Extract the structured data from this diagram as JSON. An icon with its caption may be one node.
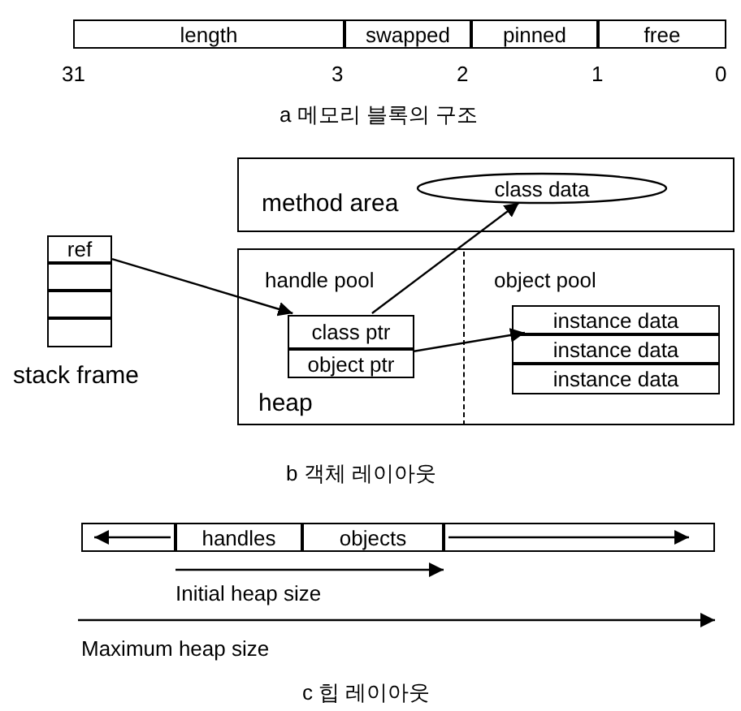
{
  "diagram": {
    "nodes": [
      {
        "text": [
          "length"
        ]
      },
      {
        "text": [
          "swapped"
        ]
      },
      {
        "text": [
          "pinned"
        ]
      },
      {
        "text": [
          "free"
        ]
      },
      {
        "text": [
          "method area"
        ]
      },
      {
        "text": [
          "class data"
        ],
        "in": 4
      },
      {
        "text": [
          "stack frame"
        ]
      },
      {
        "text": [
          "ref"
        ],
        "in": 6
      },
      {
        "text": [],
        "shape": "box",
        "in": 6
      },
      {
        "text": [],
        "shape": "box",
        "in": 6
      },
      {
        "text": [],
        "shape": "box",
        "in": 6
      },
      {
        "text": [
          "heap"
        ]
      },
      {
        "text": [
          "handle pool"
        ],
        "in": 11
      },
      {
        "text": [
          "class ptr"
        ],
        "in": 12
      },
      {
        "text": [
          "object ptr"
        ],
        "in": 12
      },
      {
        "text": [
          "object pool"
        ],
        "in": 11
      },
      {
        "text": [
          "instance data"
        ],
        "in": 15
      },
      {
        "text": [
          "instance data"
        ],
        "in": 15
      },
      {
        "text": [
          "instance data"
        ],
        "in": 15
      },
      {
        "text": [],
        "shape": "box"
      },
      {
        "text": [
          "handles"
        ]
      },
      {
        "text": [
          "objects"
        ]
      },
      {
        "text": [],
        "shape": "box"
      }
    ],
    "edges": [
      {
        "from": 7,
        "to": 13,
        "arrow": "to"
      },
      {
        "from": 13,
        "to": 5,
        "arrow": "to"
      },
      {
        "from": 14,
        "to": 16,
        "arrow": "to"
      }
    ],
    "labels": [
      "31",
      "3",
      "2",
      "1",
      "0",
      "a 메모리 블록의 구조",
      "b 객체 레이아웃",
      "Initial heap size",
      "Maximum heap size",
      "c 힙 레이아웃"
    ]
  }
}
